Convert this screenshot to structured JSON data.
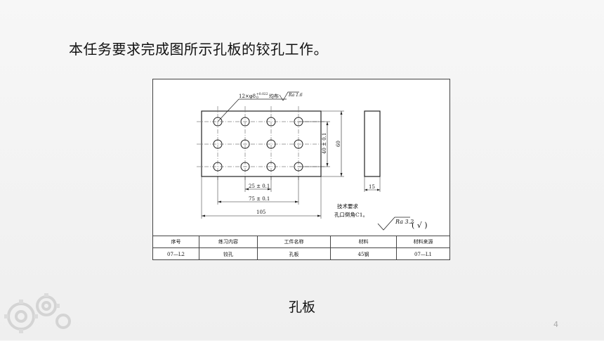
{
  "heading": "本任务要求完成图所示孔板的铰孔工作。",
  "caption": "孔板",
  "page_number": "4",
  "drawing": {
    "hole_callout_prefix": "12×φ8",
    "hole_tolerance_upper": "+0.022",
    "hole_tolerance_lower": "0",
    "hole_callout_suffix": "均布",
    "hole_roughness": "Ra 1.6",
    "dim_25": "25 ± 0.1",
    "dim_75": "75 ± 0.1",
    "dim_105": "105",
    "dim_40": "40 ± 0.1",
    "dim_60": "60",
    "dim_15": "15",
    "tech_req_title": "技术要求",
    "tech_req_text": "孔口倒角C1。",
    "general_roughness": "Ra 3.2",
    "general_roughness_note": "( √ )"
  },
  "title_block": {
    "headers": [
      "序号",
      "练习内容",
      "工件名称",
      "材料",
      "材料来源"
    ],
    "values": [
      "07—L2",
      "铰孔",
      "孔板",
      "45钢",
      "07—L1"
    ]
  }
}
